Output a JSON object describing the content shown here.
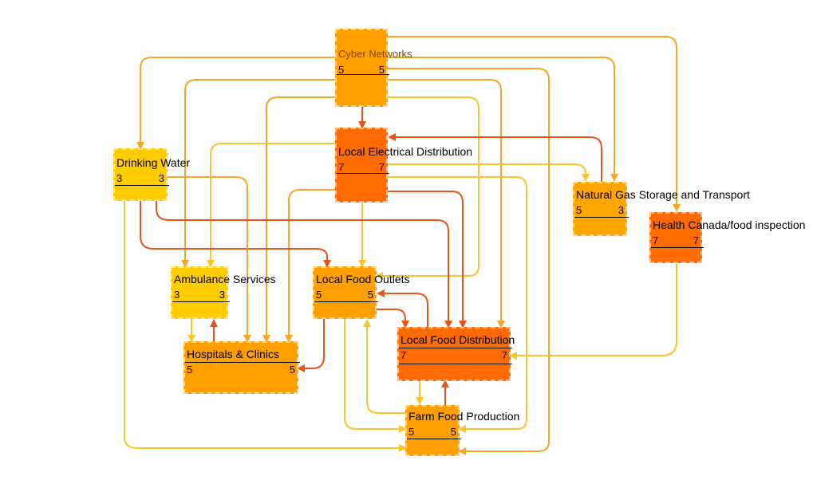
{
  "colors": {
    "yellow": "#FFCC00",
    "amber": "#FFAA00",
    "orange": "#FF9900",
    "dark_orange": "#FF6600",
    "edge_yellow": "#F8C62A",
    "edge_amber": "#F5A623",
    "edge_red": "#E8541A"
  },
  "nodes": [
    {
      "id": "cyber",
      "label": "Cyber Networks",
      "left": "5",
      "right": "5"
    },
    {
      "id": "elec",
      "label": "Local Electrical Distribution",
      "left": "7",
      "right": "7"
    },
    {
      "id": "water",
      "label": "Drinking Water",
      "left": "3",
      "right": "3"
    },
    {
      "id": "gas",
      "label": "Natural Gas Storage and Transport",
      "left": "5",
      "right": "3"
    },
    {
      "id": "health",
      "label": "Health Canada/food inspection",
      "left": "7",
      "right": "7"
    },
    {
      "id": "amb",
      "label": "Ambulance Services",
      "left": "3",
      "right": "3"
    },
    {
      "id": "outlets",
      "label": "Local Food Outlets",
      "left": "5",
      "right": "5"
    },
    {
      "id": "hosp",
      "label": "Hospitals & Clinics",
      "left": "5",
      "right": "5"
    },
    {
      "id": "dist",
      "label": "Local Food Distribution",
      "left": "7",
      "right": "7"
    },
    {
      "id": "farm",
      "label": "Farm Food Production",
      "left": "5",
      "right": "5"
    }
  ]
}
